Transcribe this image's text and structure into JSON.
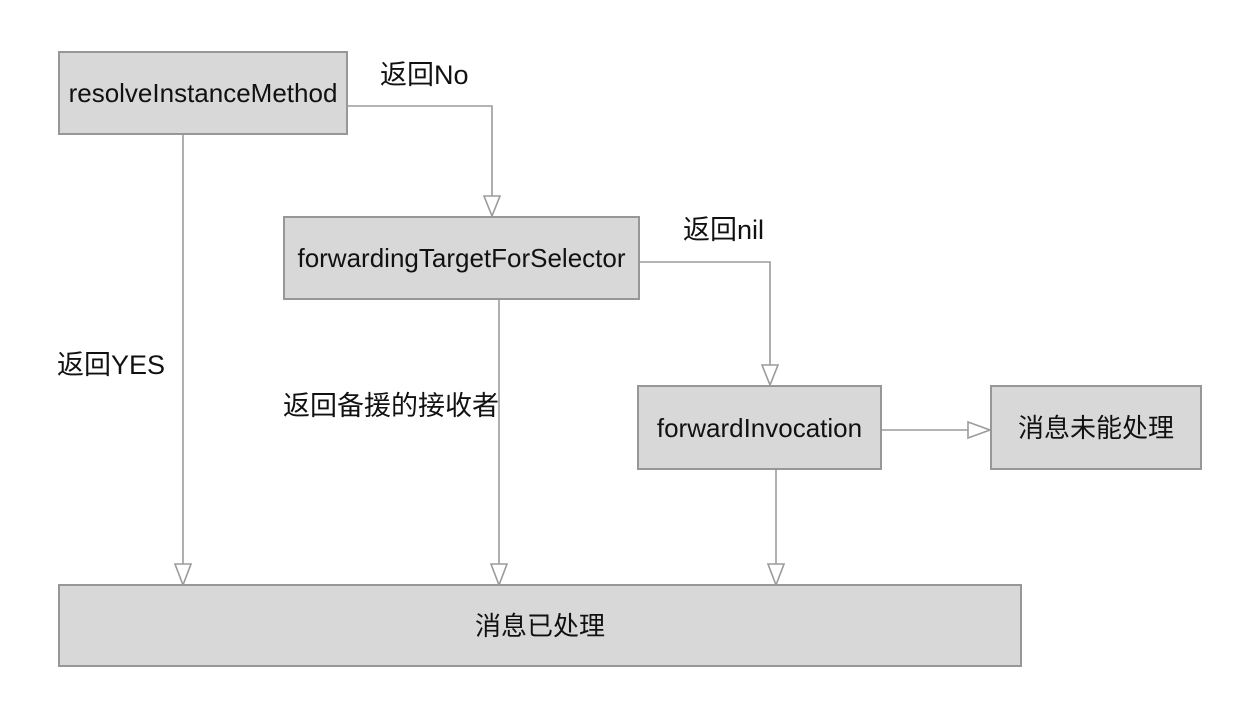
{
  "diagram": {
    "type": "flowchart",
    "nodes": {
      "resolve": {
        "label": "resolveInstanceMethod"
      },
      "forwarding_target": {
        "label": "forwardingTargetForSelector"
      },
      "forward_invocation": {
        "label": "forwardInvocation"
      },
      "message_not_handled": {
        "label": "消息未能处理"
      },
      "message_handled": {
        "label": "消息已处理"
      }
    },
    "edge_labels": {
      "return_no": "返回No",
      "return_nil": "返回nil",
      "return_yes": "返回YES",
      "return_backup_receiver": "返回备援的接收者"
    },
    "edges": [
      {
        "from": "resolveInstanceMethod",
        "to": "forwardingTargetForSelector",
        "label": "返回No"
      },
      {
        "from": "resolveInstanceMethod",
        "to": "消息已处理",
        "label": "返回YES"
      },
      {
        "from": "forwardingTargetForSelector",
        "to": "forwardInvocation",
        "label": "返回nil"
      },
      {
        "from": "forwardingTargetForSelector",
        "to": "消息已处理",
        "label": "返回备援的接收者"
      },
      {
        "from": "forwardInvocation",
        "to": "消息未能处理",
        "label": ""
      },
      {
        "from": "forwardInvocation",
        "to": "消息已处理",
        "label": ""
      }
    ],
    "colors": {
      "node_fill": "#d8d8d8",
      "node_border": "#979797",
      "connector": "#9b9b9b",
      "text": "#111111",
      "background": "#ffffff"
    }
  }
}
